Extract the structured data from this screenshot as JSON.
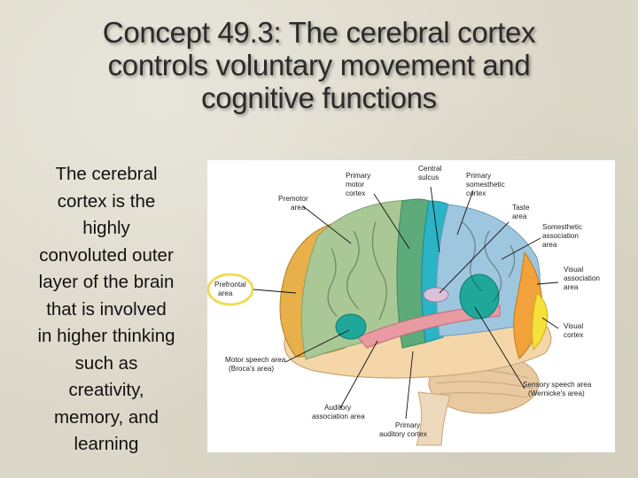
{
  "slide": {
    "title_lines": [
      "Concept 49.3: The cerebral cortex",
      "controls voluntary movement and",
      "cognitive functions"
    ],
    "body_lines": [
      "The cerebral",
      "cortex is the",
      "highly",
      "convoluted outer",
      "layer of the brain",
      "that is involved",
      "in higher thinking",
      "such as",
      "creativity,",
      "memory, and",
      "learning"
    ]
  },
  "diagram": {
    "labels": {
      "central_sulcus": [
        "Central",
        "sulcus"
      ],
      "primary_motor": [
        "Primary",
        "motor",
        "cortex"
      ],
      "primary_somesthetic": [
        "Primary",
        "somesthetic",
        "cortex"
      ],
      "premotor": [
        "Premotor",
        "area"
      ],
      "taste": [
        "Taste",
        "area"
      ],
      "somesthetic_assoc": [
        "Somesthetic",
        "association",
        "area"
      ],
      "prefrontal": [
        "Prefrontal",
        "area"
      ],
      "visual_assoc": [
        "Visual",
        "association",
        "area"
      ],
      "visual_cortex": [
        "Visual",
        "cortex"
      ],
      "broca": [
        "Motor speech area",
        "(Broca's area)"
      ],
      "wernicke": [
        "Sensory speech area",
        "(Wernicke's area)"
      ],
      "auditory_assoc": [
        "Auditory",
        "association area"
      ],
      "primary_auditory": [
        "Primary",
        "auditory cortex"
      ]
    },
    "colors": {
      "prefrontal": "#e8b04a",
      "premotor": "#a9c896",
      "primary_motor": "#5daa7a",
      "central_sulcus": "#2bb3c6",
      "somesthetic": "#9fc6df",
      "somesthetic_assoc": "#a9c5d8",
      "visual_assoc": "#f2a23a",
      "visual_cortex": "#f6e13a",
      "temporal": "#f4d6a8",
      "auditory": "#e79aa2",
      "speech_areas": "#1fa89a",
      "cerebellum": "#e8c9a0",
      "highlight_circle": "#f0dc5a"
    }
  }
}
